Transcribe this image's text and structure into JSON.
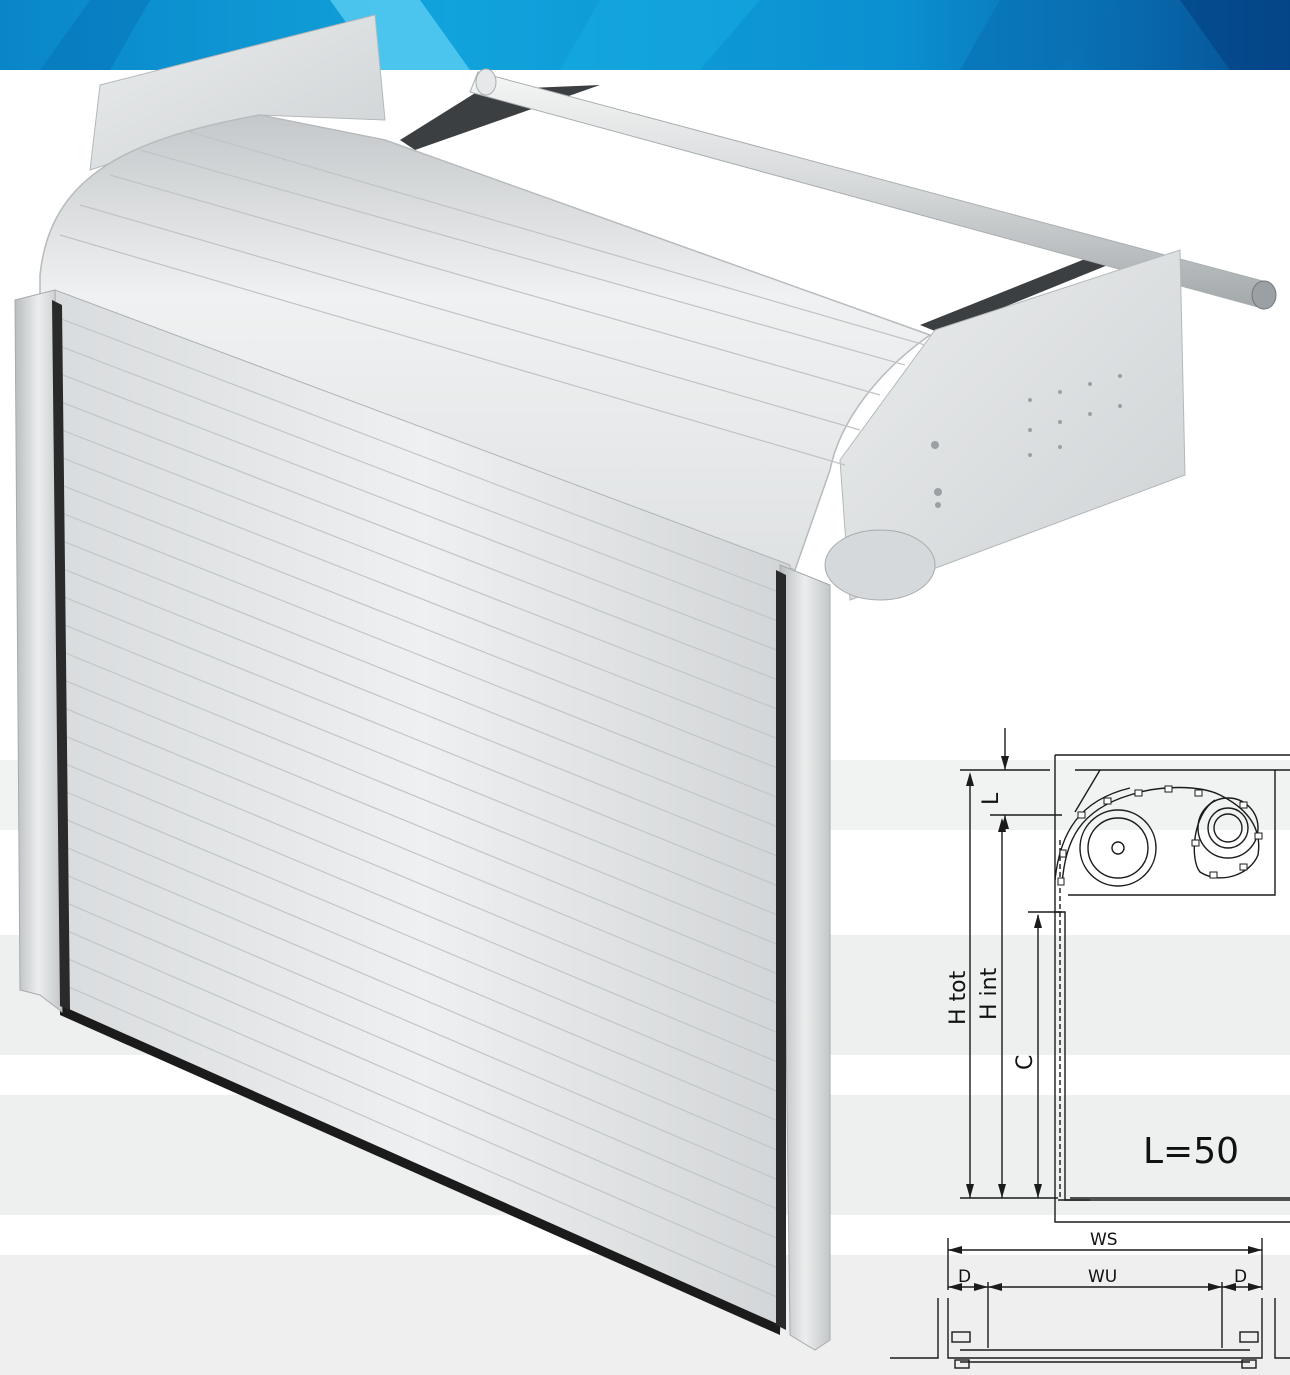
{
  "colors": {
    "header_blue": "#0a9ad8",
    "header_dark": "#05619f",
    "header_light": "#5fd0f4",
    "door_light": "#e9ebec",
    "door_mid": "#cfd2d4",
    "door_shadow": "#9ea3a6",
    "band_gray": "#eeefef",
    "line_dark": "#1b1b1b"
  },
  "diagram": {
    "labels": {
      "l_top": "L",
      "h_tot": "H tot",
      "h_int": "H int",
      "c": "C",
      "l_value": "L=50",
      "ws": "WS",
      "wu": "WU",
      "d_left": "D",
      "d_right": "D"
    }
  }
}
